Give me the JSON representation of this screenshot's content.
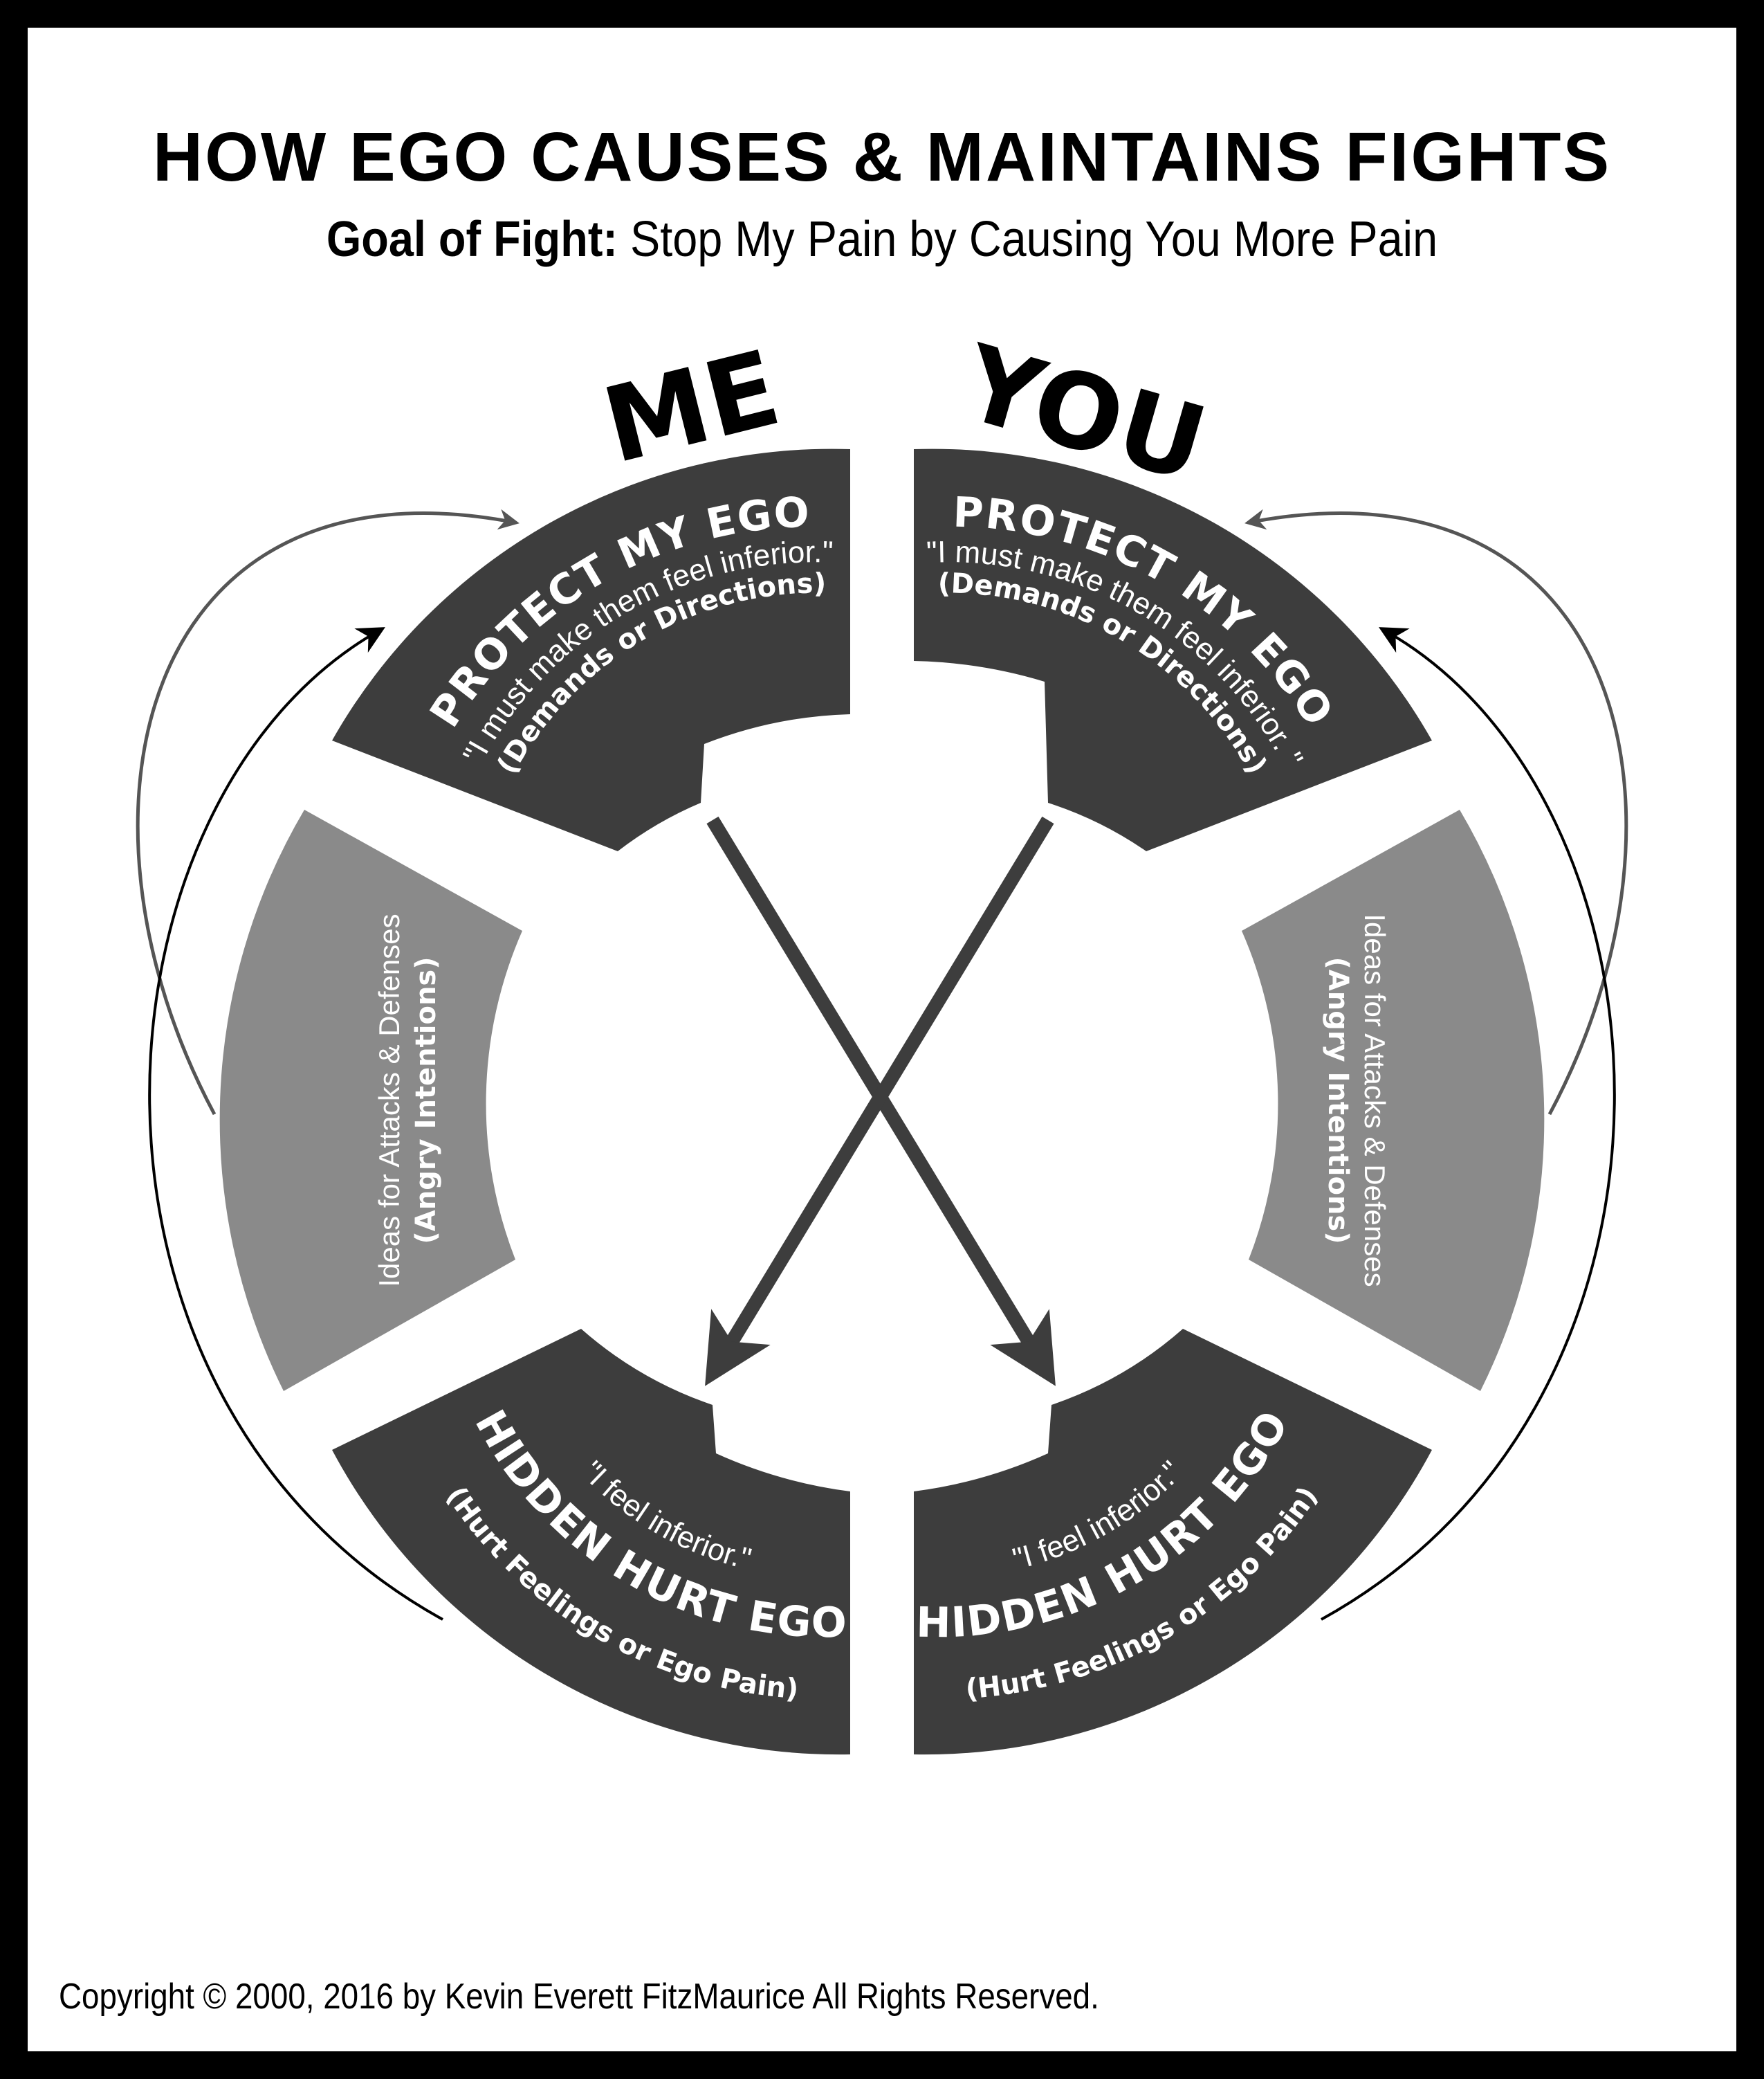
{
  "title": "HOW EGO CAUSES & MAINTAINS FIGHTS",
  "subtitle": {
    "label": "Goal of Fight:",
    "text": "Stop My Pain by Causing You More Pain"
  },
  "labels": {
    "me": "ME",
    "you": "YOU"
  },
  "protect_ego": {
    "heading": "PROTECT MY EGO",
    "quote_me": "\"I must make them feel inferior.\"",
    "quote_you": "\"I must make them feel inferior. \"",
    "paren": "(Demands or Directions)"
  },
  "hidden_hurt": {
    "heading": "HIDDEN HURT EGO",
    "quote_me": "\"I feel inferior.\"",
    "quote_you": "\"I feel inferior.\"",
    "paren": "(Hurt Feelings or Ego Pain)"
  },
  "ideas": {
    "light": "Ideas for Attacks & Defenses",
    "bold": "(Angry Intentions)"
  },
  "colors": {
    "dark_segment": "#3d3d3d",
    "light_segment": "#8a8a8a",
    "arrow_gray": "#555555",
    "arrow_black": "#000000",
    "frame": "#000000"
  },
  "copyright": "Copyright © 2000, 2016 by Kevin Everett FitzMaurice All Rights Reserved."
}
